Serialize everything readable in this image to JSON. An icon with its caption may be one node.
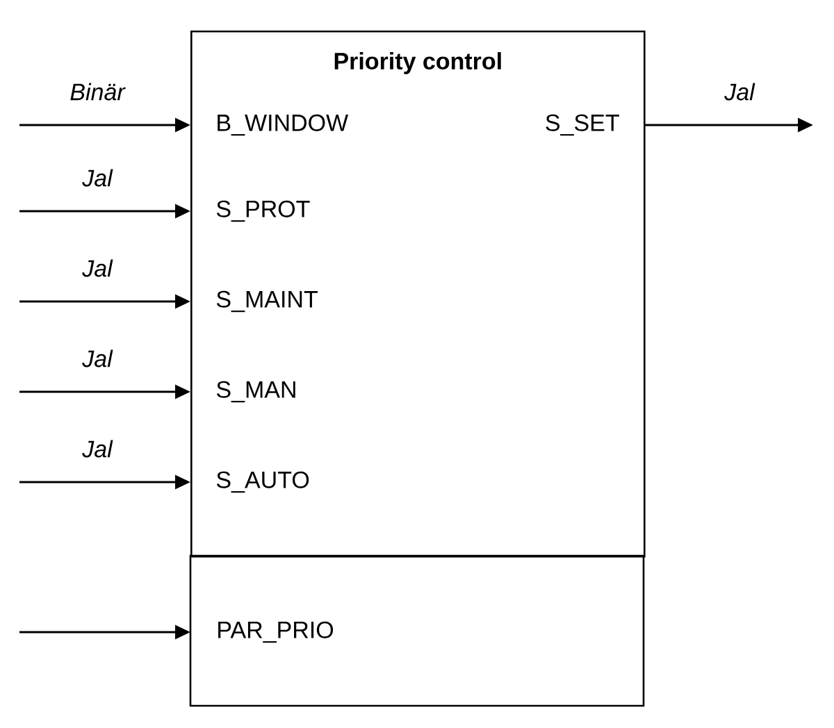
{
  "diagram": {
    "nodes": [
      {
        "text": [
          "Priority control"
        ]
      },
      {
        "text": [
          "B_WINDOW"
        ],
        "in": 0
      },
      {
        "text": [
          "S_PROT"
        ],
        "in": 0
      },
      {
        "text": [
          "S_MAINT"
        ],
        "in": 0
      },
      {
        "text": [
          "S_MAN"
        ],
        "in": 0
      },
      {
        "text": [
          "S_AUTO"
        ],
        "in": 0
      },
      {
        "text": [
          "S_SET"
        ],
        "in": 0
      },
      {
        "text": [
          "PAR_PRIO"
        ]
      }
    ],
    "edges": [
      {
        "from": null,
        "to": 1,
        "arrow": "to",
        "label": "Binär"
      },
      {
        "from": null,
        "to": 2,
        "arrow": "to",
        "label": "Jal"
      },
      {
        "from": null,
        "to": 3,
        "arrow": "to",
        "label": "Jal"
      },
      {
        "from": null,
        "to": 4,
        "arrow": "to",
        "label": "Jal"
      },
      {
        "from": null,
        "to": 5,
        "arrow": "to",
        "label": "Jal"
      },
      {
        "from": 6,
        "to": null,
        "arrow": "to",
        "label": "Jal"
      },
      {
        "from": null,
        "to": 7,
        "arrow": "to"
      }
    ]
  }
}
